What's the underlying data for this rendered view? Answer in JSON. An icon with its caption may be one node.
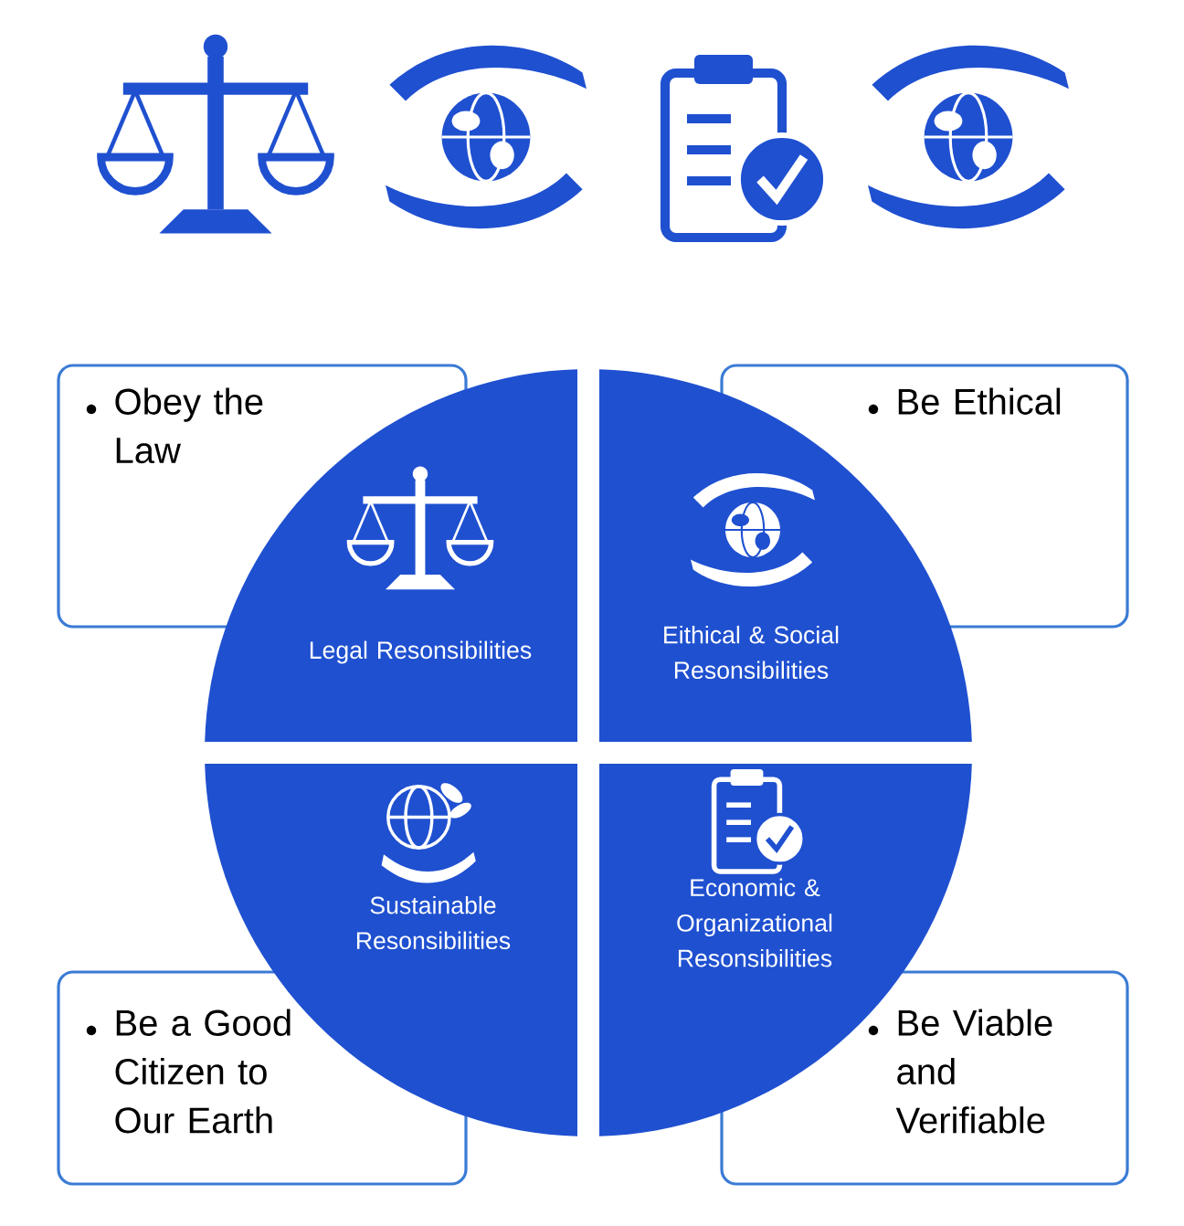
{
  "diagram": {
    "nodes": [
      {
        "text": [
          "Obey the Law"
        ]
      },
      {
        "text": [
          "Be Ethical"
        ]
      },
      {
        "text": [
          "Legal Resonsibilities"
        ]
      },
      {
        "text": [
          "Eithical & Social Resonsibilities"
        ]
      },
      {
        "text": [
          "Sustainable Resonsibilities"
        ]
      },
      {
        "text": [
          "Economic & Organizational Resonsibilities"
        ]
      },
      {
        "text": [
          "Be a Good Citizen to Our Earth"
        ]
      },
      {
        "text": [
          "Be Viable and Verifiable"
        ]
      }
    ]
  }
}
